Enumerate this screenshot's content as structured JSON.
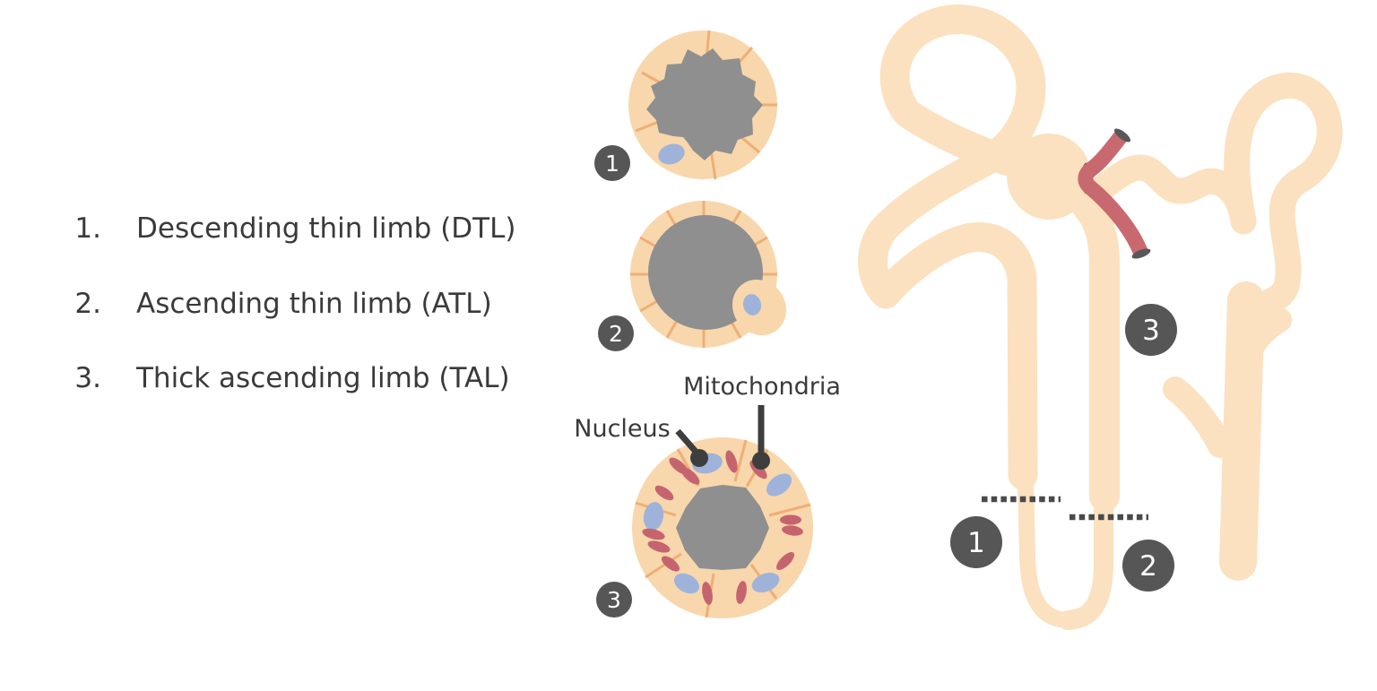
{
  "legend": {
    "items": [
      {
        "num": "1.",
        "label": "Descending thin limb (DTL)"
      },
      {
        "num": "2.",
        "label": "Ascending thin limb (ATL)"
      },
      {
        "num": "3.",
        "label": "Thick ascending limb (TAL)"
      }
    ]
  },
  "cross_sections": {
    "sections": [
      {
        "badge": "1",
        "name": "descending-thin-limb-cross-section"
      },
      {
        "badge": "2",
        "name": "ascending-thin-limb-cross-section"
      },
      {
        "badge": "3",
        "name": "thick-ascending-limb-cross-section"
      }
    ],
    "annotations": {
      "nucleus": "Nucleus",
      "mitochondria": "Mitochondria"
    }
  },
  "nephron": {
    "badges": [
      {
        "label": "1"
      },
      {
        "label": "2"
      },
      {
        "label": "3"
      }
    ]
  },
  "colors": {
    "peach-tube": "#fbe1bf",
    "peach-cell": "#f8d7ac",
    "ring-line": "#efae75",
    "lumen-gray": "#8f8f8f",
    "nucleus-blue": "#9fb3da",
    "mito-red": "#c5646e",
    "vessel-red": "#c8696f",
    "cap-dark": "#57585a",
    "badge-gray": "#565656",
    "text-dark": "#3a3a3a",
    "pointer-dark": "#3e3e3e",
    "dash-dark": "#4a4a4a",
    "bg": "#ffffff"
  }
}
